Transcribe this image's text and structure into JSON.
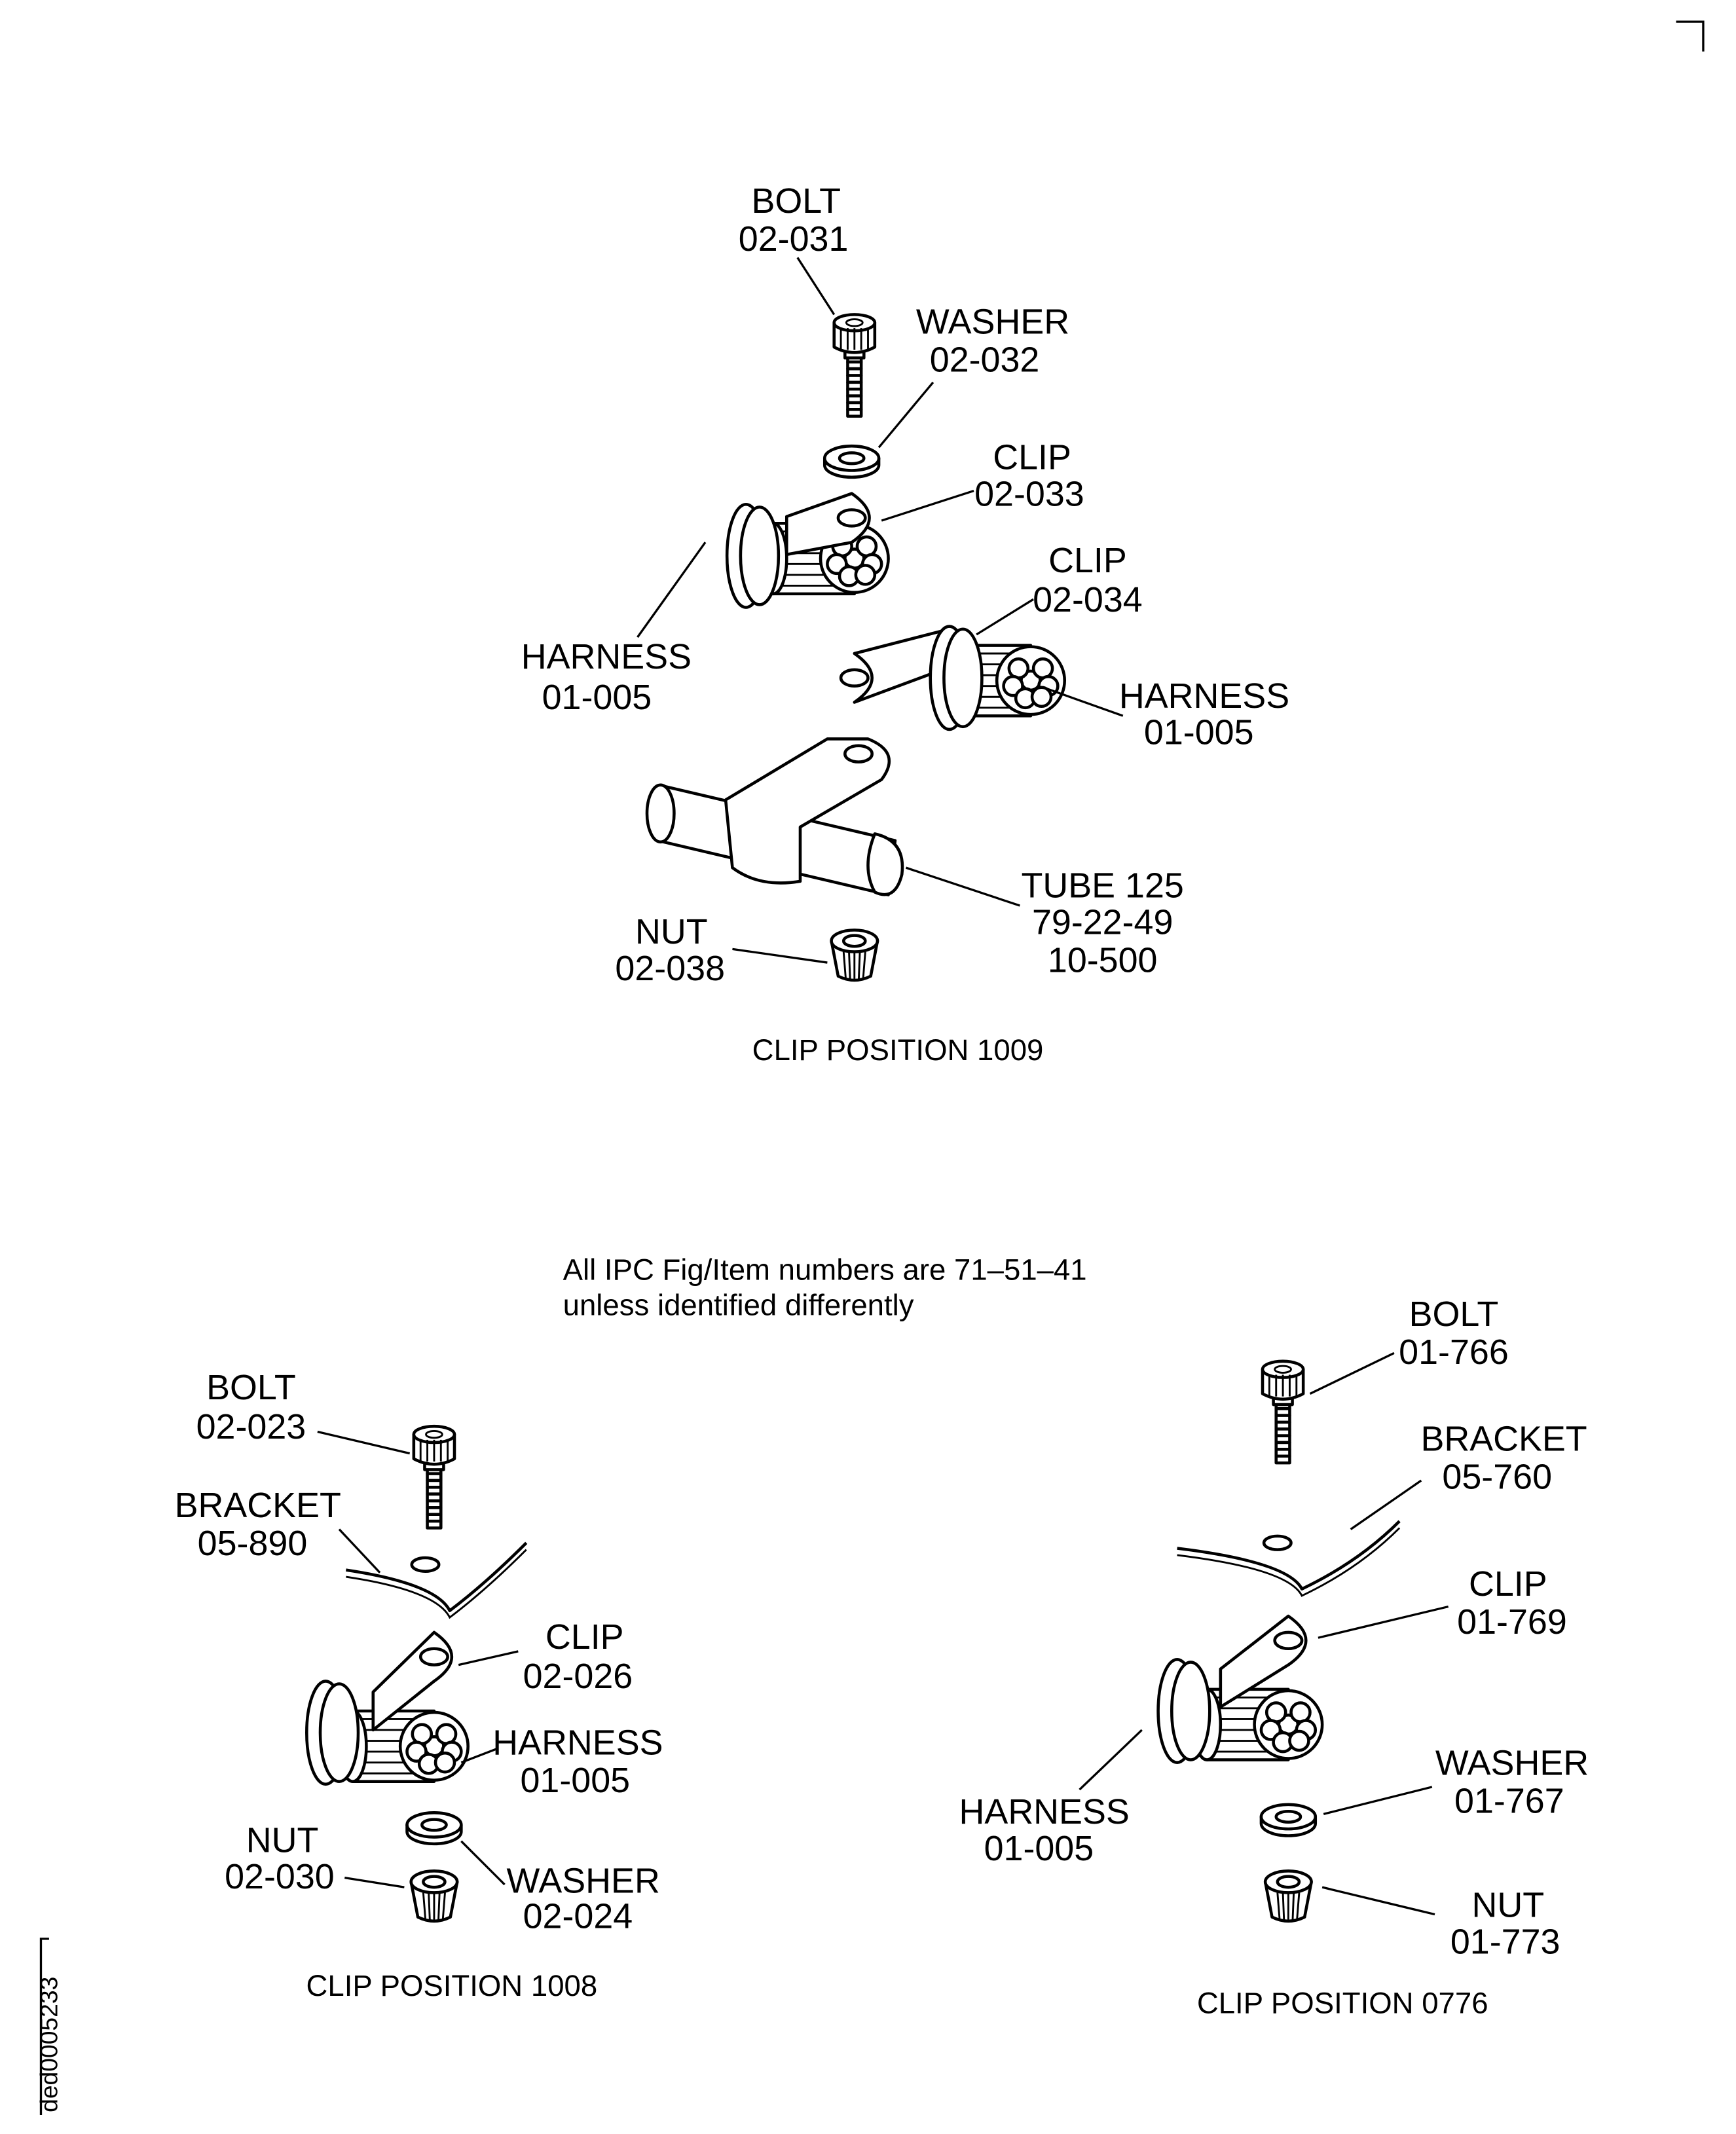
{
  "doc_id": "ded0005233",
  "note": {
    "line1": "All IPC Fig/Item numbers are 71–51–41",
    "line2": "unless identified differently"
  },
  "fig_1009": {
    "caption": "CLIP POSITION 1009",
    "bolt": [
      "BOLT",
      "02-031"
    ],
    "washer": [
      "WASHER",
      "02-032"
    ],
    "clip_a": [
      "CLIP",
      "02-033"
    ],
    "clip_b": [
      "CLIP",
      "02-034"
    ],
    "harness_left": [
      "HARNESS",
      "01-005"
    ],
    "harness_right": [
      "HARNESS",
      "01-005"
    ],
    "tube": [
      "TUBE 125",
      "79-22-49",
      "10-500"
    ],
    "nut": [
      "NUT",
      "02-038"
    ]
  },
  "fig_1008": {
    "caption": "CLIP POSITION 1008",
    "bolt": [
      "BOLT",
      "02-023"
    ],
    "bracket": [
      "BRACKET",
      "05-890"
    ],
    "clip": [
      "CLIP",
      "02-026"
    ],
    "harness": [
      "HARNESS",
      "01-005"
    ],
    "nut": [
      "NUT",
      "02-030"
    ],
    "washer": [
      "WASHER",
      "02-024"
    ]
  },
  "fig_0776": {
    "caption": "CLIP POSITION 0776",
    "bolt": [
      "BOLT",
      "01-766"
    ],
    "bracket": [
      "BRACKET",
      "05-760"
    ],
    "clip": [
      "CLIP",
      "01-769"
    ],
    "harness": [
      "HARNESS",
      "01-005"
    ],
    "washer": [
      "WASHER",
      "01-767"
    ],
    "nut": [
      "NUT",
      "01-773"
    ]
  }
}
